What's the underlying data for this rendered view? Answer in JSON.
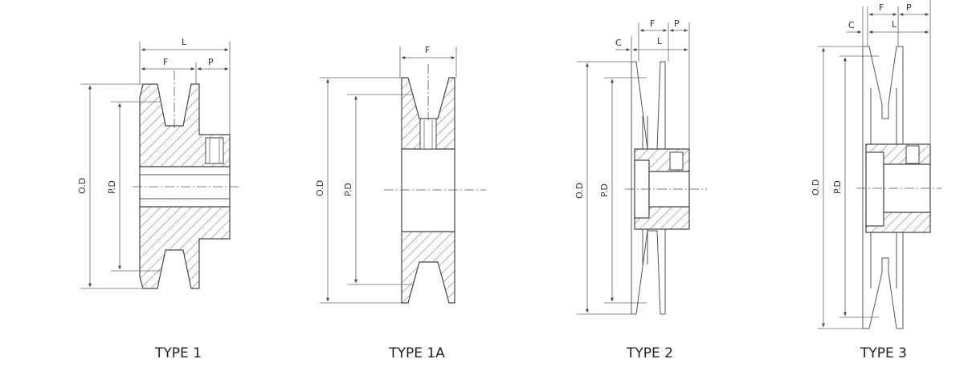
{
  "types": [
    {
      "caption": "TYPE 1",
      "od": "O.D",
      "pd": "P.D",
      "dims": {
        "L": "L",
        "F": "F",
        "P": "P"
      }
    },
    {
      "caption": "TYPE 1A",
      "od": "O.D",
      "pd": "P.D",
      "dims": {
        "F": "F"
      }
    },
    {
      "caption": "TYPE 2",
      "od": "O.D",
      "pd": "P.D",
      "dims": {
        "C": "C",
        "F": "F",
        "L": "L",
        "P": "P"
      }
    },
    {
      "caption": "TYPE 3",
      "od": "O.D",
      "pd": "P.D",
      "dims": {
        "C": "C",
        "F": "F",
        "L": "L",
        "P": "P"
      }
    }
  ]
}
